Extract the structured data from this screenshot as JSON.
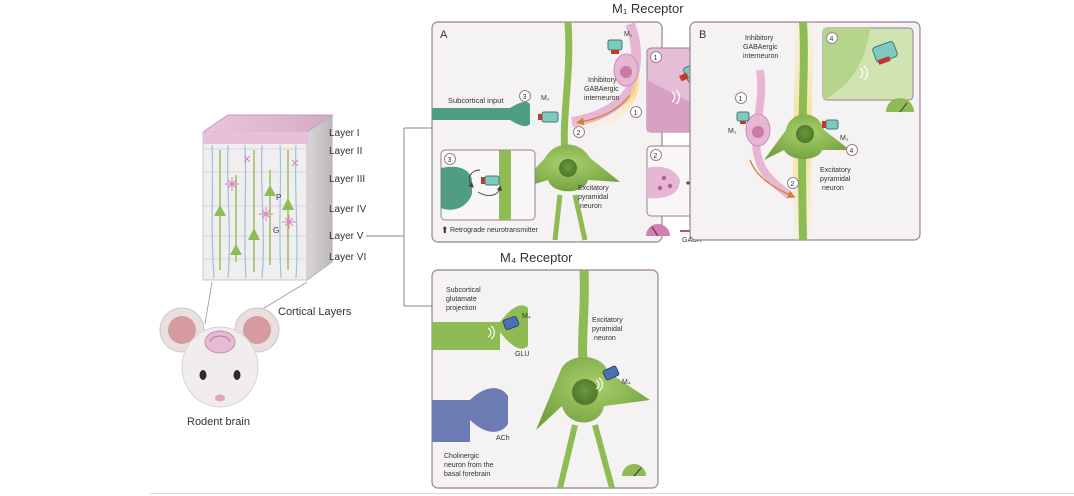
{
  "titles": {
    "m1_receptor": "M₁ Receptor",
    "m4_receptor": "M₄ Receptor"
  },
  "panel_letters": {
    "a": "A",
    "b": "B"
  },
  "cortex": {
    "layers": [
      "Layer I",
      "Layer II",
      "Layer III",
      "Layer IV",
      "Layer V",
      "Layer VI"
    ],
    "cell_labels": {
      "p": "P",
      "g": "G"
    },
    "caption": "Cortical Layers"
  },
  "rodent": {
    "caption": "Rodent brain"
  },
  "panel_a": {
    "subcortical_input": "Subcortical input",
    "receptor": "M₁",
    "receptor_top": "M₁",
    "interneuron": [
      "Inhibitory",
      "GABAergic",
      "interneuron"
    ],
    "pyramidal": [
      "Excitatory",
      "pyramidal",
      "neuron"
    ],
    "retrograde": "Retrograde neurotransmitter",
    "steps": [
      "1",
      "2",
      "3"
    ],
    "inset_step": "3",
    "arrow_glyph": "⬆"
  },
  "panel_b": {
    "interneuron": [
      "Inhibitory",
      "GABAergic",
      "interneuron"
    ],
    "pyramidal": [
      "Excitatory",
      "pyramidal",
      "neuron"
    ],
    "receptor_left": "M₁",
    "receptor_right": "M₁",
    "steps": [
      "1",
      "2",
      "4"
    ],
    "inset_steps": [
      "1",
      "2",
      "4"
    ],
    "gaba": "GABA"
  },
  "panel_m4": {
    "glutamate": [
      "Subcortical",
      "glutamate",
      "projection"
    ],
    "glu": "GLU",
    "ach": "ACh",
    "cholinergic": [
      "Cholinergic",
      "neuron from the",
      "basal forebrain"
    ],
    "pyramidal": [
      "Excitatory",
      "pyramidal",
      "neuron"
    ],
    "receptor_left": "M₄",
    "receptor_right": "M₄"
  },
  "colors": {
    "panel_border": "#9b7f96",
    "panel_fill": "#f4f2f3",
    "neuron_green": "#8fbb55",
    "neuron_green_dark": "#5f8f33",
    "interneuron_pink": "#e7b6d2",
    "cholinergic_blue": "#6d7bb5",
    "receptor_teal": "#7fcabf",
    "gaba_arrow": "#9c5e84",
    "glow": "#f6e08a"
  }
}
